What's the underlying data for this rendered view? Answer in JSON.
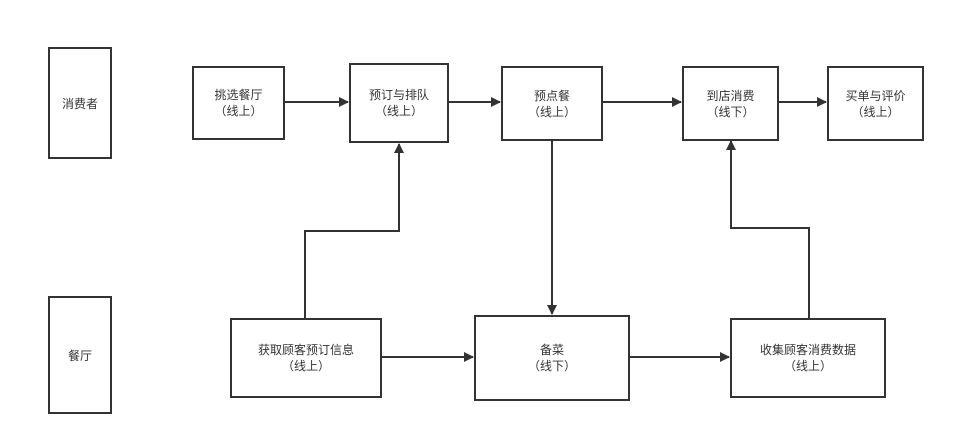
{
  "lanes": {
    "consumer": "消费者",
    "restaurant": "餐厅"
  },
  "nodes": {
    "select_restaurant": {
      "title": "挑选餐厅",
      "sub": "（线上）"
    },
    "reserve_queue": {
      "title": "预订与排队",
      "sub": "（线上）"
    },
    "preorder": {
      "title": "预点餐",
      "sub": "（线上）"
    },
    "in_store": {
      "title": "到店消费",
      "sub": "（线下）"
    },
    "pay_review": {
      "title": "买单与评价",
      "sub": "（线上）"
    },
    "get_booking_info": {
      "title": "获取顾客预订信息",
      "sub": "（线上）"
    },
    "prepare_dishes": {
      "title": "备菜",
      "sub": "（线下）"
    },
    "collect_data": {
      "title": "收集顾客消费数据",
      "sub": "（线上）"
    }
  },
  "edges": [
    {
      "from": "select_restaurant",
      "to": "reserve_queue"
    },
    {
      "from": "reserve_queue",
      "to": "preorder"
    },
    {
      "from": "preorder",
      "to": "in_store"
    },
    {
      "from": "in_store",
      "to": "pay_review"
    },
    {
      "from": "get_booking_info",
      "to": "reserve_queue"
    },
    {
      "from": "preorder",
      "to": "prepare_dishes"
    },
    {
      "from": "get_booking_info",
      "to": "prepare_dishes"
    },
    {
      "from": "prepare_dishes",
      "to": "collect_data"
    },
    {
      "from": "collect_data",
      "to": "in_store"
    }
  ],
  "colors": {
    "stroke": "#333333",
    "background": "#ffffff"
  }
}
